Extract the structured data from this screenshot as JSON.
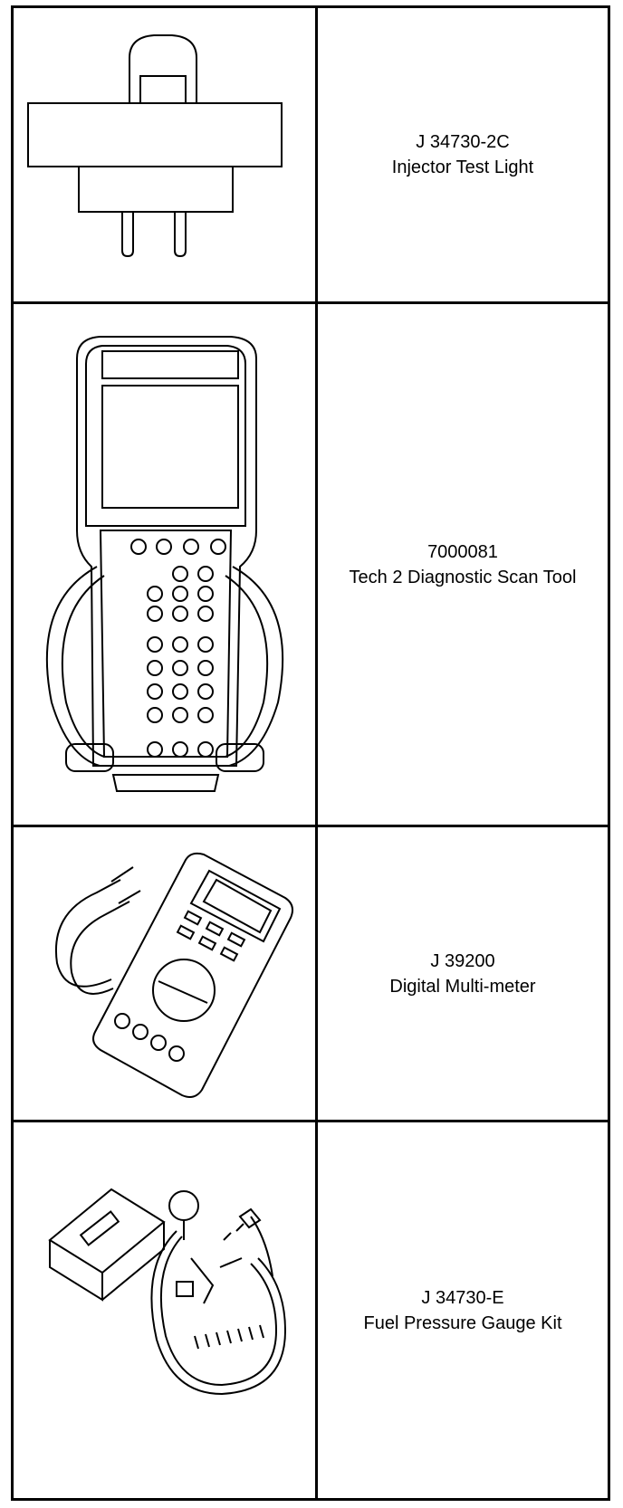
{
  "tools": [
    {
      "part_number": "J 34730-2C",
      "description": "Injector Test Light",
      "icon": "injector-test-light-illustration"
    },
    {
      "part_number": "7000081",
      "description": "Tech 2 Diagnostic Scan Tool",
      "icon": "scan-tool-illustration"
    },
    {
      "part_number": "J 39200",
      "description": "Digital Multi-meter",
      "icon": "multimeter-illustration"
    },
    {
      "part_number": "J 34730-E",
      "description": "Fuel Pressure Gauge Kit",
      "icon": "fuel-pressure-gauge-kit-illustration"
    }
  ]
}
